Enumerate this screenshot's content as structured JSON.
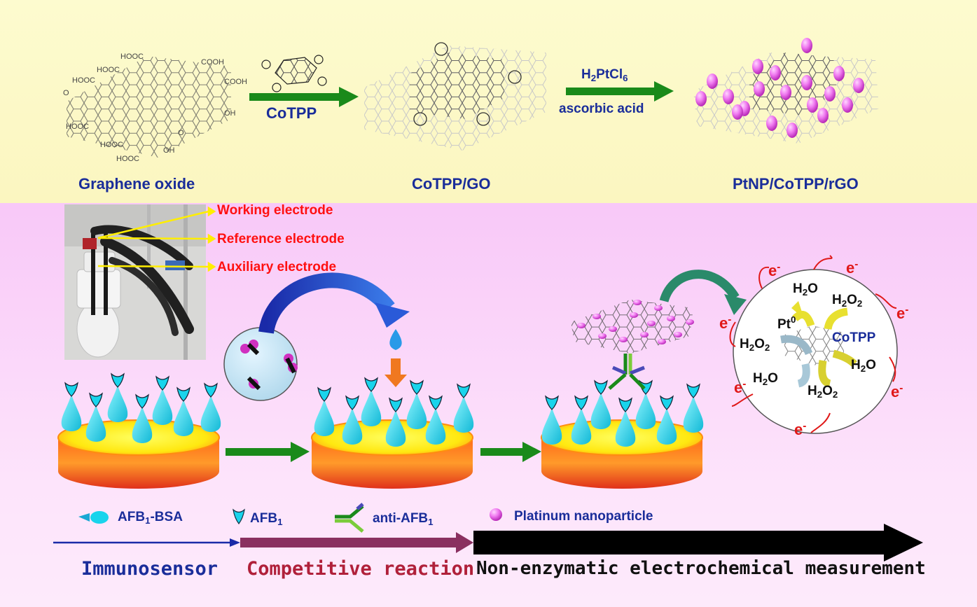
{
  "top": {
    "go_label": "Graphene oxide",
    "cotpp_go_label": "CoTPP/GO",
    "ptnp_label": "PtNP/CoTPP/rGO",
    "step1_reagent": "CoTPP",
    "step2_reagent_main": "H",
    "step2_reagent_sub1": "2",
    "step2_reagent_mid": "PtCl",
    "step2_reagent_sub2": "6",
    "step2_reagent_2": "ascorbic acid",
    "go_groups": [
      "HOOC",
      "HOOC",
      "COOH",
      "HOOC",
      "COOH",
      "O",
      "HOOC",
      "OH",
      "O",
      "HOOC",
      "OH",
      "HOOC"
    ]
  },
  "electrodes": {
    "working": "Working electrode",
    "reference": "Reference electrode",
    "auxiliary": "Auxiliary electrode"
  },
  "reaction": {
    "e": "e",
    "e_sup": "-",
    "h2o": "H",
    "two": "2",
    "o": "O",
    "pt": "Pt",
    "pt_sup": "0",
    "cotpp": "CoTPP"
  },
  "legend": {
    "afb1_bsa_pre": "AFB",
    "afb1_bsa_sub": "1",
    "afb1_bsa_post": "-BSA",
    "afb1_pre": "AFB",
    "afb1_sub": "1",
    "anti_pre": "anti-AFB",
    "anti_sub": "1",
    "platinum": "Platinum nanoparticle"
  },
  "stages": {
    "immunosensor": "Immunosensor",
    "competitive": "Competitive reaction",
    "measurement": "Non-enzymatic electrochemical measurement"
  },
  "colors": {
    "label_blue": "#1a2d9a",
    "red_text": "#ff1010",
    "arrow_green": "#1a8a1a",
    "cyan": "#19d4ec",
    "pink": "#e85be8",
    "stage_blue": "#1a2d9a",
    "stage_red": "#b0203a",
    "stage_black": "#111111"
  }
}
